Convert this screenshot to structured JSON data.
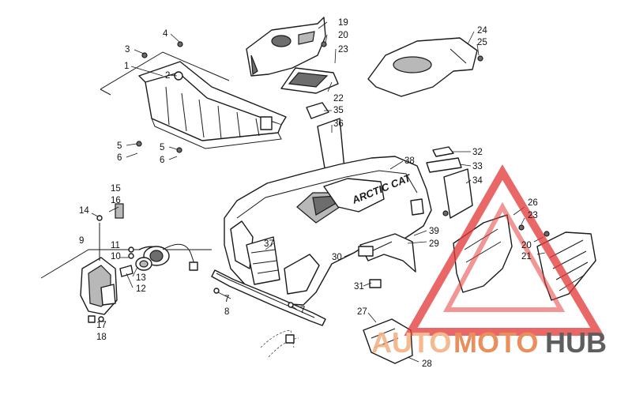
{
  "diagram": {
    "callouts": [
      {
        "id": "c1",
        "text": "1"
      },
      {
        "id": "c2",
        "text": "2"
      },
      {
        "id": "c3",
        "text": "3"
      },
      {
        "id": "c4",
        "text": "4"
      },
      {
        "id": "c5a",
        "text": "5"
      },
      {
        "id": "c5b",
        "text": "5"
      },
      {
        "id": "c6a",
        "text": "6"
      },
      {
        "id": "c6b",
        "text": "6"
      },
      {
        "id": "c7a",
        "text": "7"
      },
      {
        "id": "c7b",
        "text": "7"
      },
      {
        "id": "c8",
        "text": "8"
      },
      {
        "id": "c9",
        "text": "9"
      },
      {
        "id": "c10",
        "text": "10"
      },
      {
        "id": "c11",
        "text": "11"
      },
      {
        "id": "c12",
        "text": "12"
      },
      {
        "id": "c13",
        "text": "13"
      },
      {
        "id": "c14",
        "text": "14"
      },
      {
        "id": "c15",
        "text": "15"
      },
      {
        "id": "c16",
        "text": "16"
      },
      {
        "id": "c17",
        "text": "17"
      },
      {
        "id": "c18",
        "text": "18"
      },
      {
        "id": "c19",
        "text": "19"
      },
      {
        "id": "c20a",
        "text": "20"
      },
      {
        "id": "c20b",
        "text": "20"
      },
      {
        "id": "c21",
        "text": "21"
      },
      {
        "id": "c22",
        "text": "22"
      },
      {
        "id": "c23a",
        "text": "23"
      },
      {
        "id": "c23b",
        "text": "23"
      },
      {
        "id": "c24",
        "text": "24"
      },
      {
        "id": "c25",
        "text": "25"
      },
      {
        "id": "c26",
        "text": "26"
      },
      {
        "id": "c27",
        "text": "27"
      },
      {
        "id": "c28",
        "text": "28"
      },
      {
        "id": "c29",
        "text": "29"
      },
      {
        "id": "c30",
        "text": "30"
      },
      {
        "id": "c31",
        "text": "31"
      },
      {
        "id": "c32",
        "text": "32"
      },
      {
        "id": "c33",
        "text": "33"
      },
      {
        "id": "c34",
        "text": "34"
      },
      {
        "id": "c35",
        "text": "35"
      },
      {
        "id": "c36",
        "text": "36"
      },
      {
        "id": "c37",
        "text": "37"
      },
      {
        "id": "c38",
        "text": "38"
      },
      {
        "id": "c39",
        "text": "39"
      }
    ],
    "fender_brand": "ARCTIC CAT"
  },
  "watermark": {
    "part1": "AUTO",
    "part2": "MOTO",
    "part3": "HUB",
    "color_light": "#f4b183",
    "color_mid": "#e8824a",
    "color_dark": "#4d4d4d",
    "triangle_color": "#e43a3a"
  }
}
